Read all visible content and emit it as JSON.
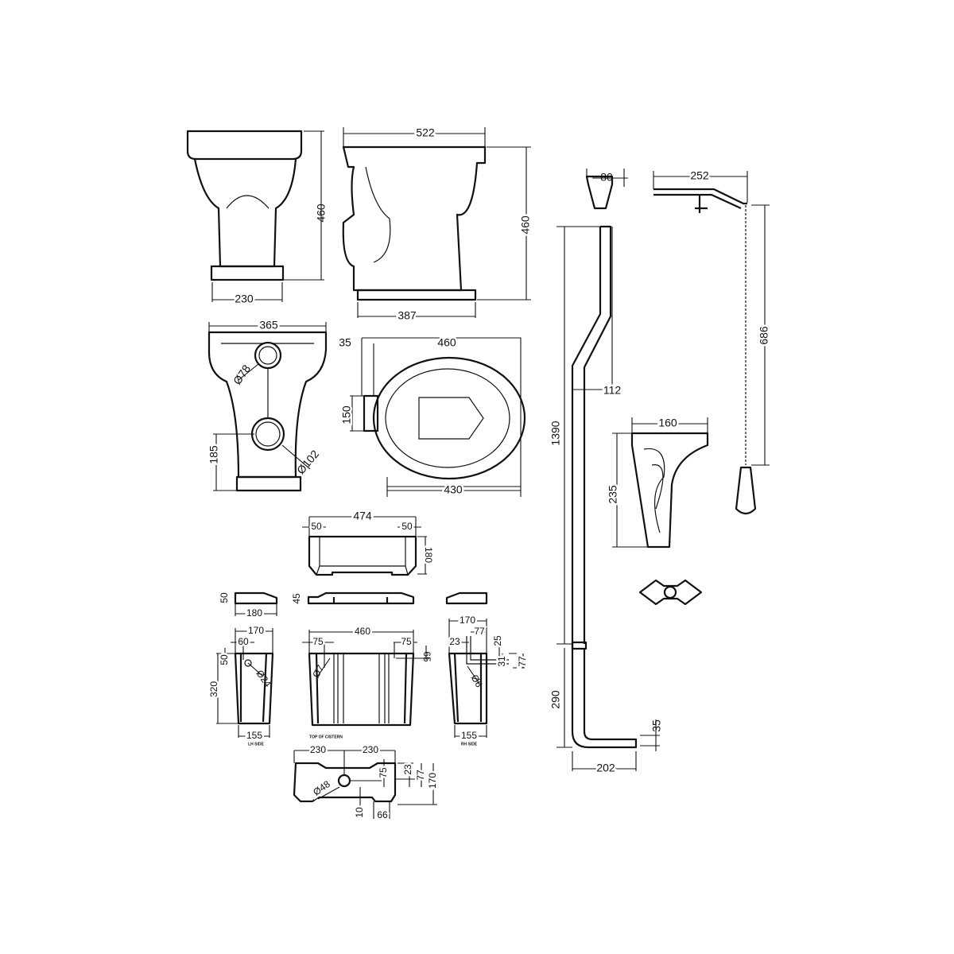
{
  "pan_front": {
    "height": "460",
    "base_width": "230"
  },
  "pan_side": {
    "length": "522",
    "height": "460",
    "base_length": "387"
  },
  "pan_top": {
    "width": "365",
    "outlet_dia": "Ø78",
    "waste_dia": "Ø102",
    "waste_height": "185"
  },
  "seat": {
    "hinge_offset": "35",
    "length": "460",
    "hinge_width": "150",
    "seat_length": "430"
  },
  "flush_pipe": {
    "cap_width": "80",
    "offset": "112",
    "upper_length": "1390",
    "lower_length": "290",
    "projection": "202",
    "outlet_height": "35"
  },
  "lever": {
    "arm_length": "252",
    "chain_drop": "686"
  },
  "bracket": {
    "width": "160",
    "height": "235"
  },
  "cistern_lid": {
    "length": "474",
    "left_end": "50",
    "right_end": "50",
    "depth": "180",
    "side_height": "50",
    "side_depth": "180",
    "thickness": "45"
  },
  "cistern_lh": {
    "depth": "170",
    "hole_offset": "60",
    "hole_height": "50",
    "height": "320",
    "hole_dia": "Ø24",
    "base_depth": "155",
    "label": "LH SIDE"
  },
  "cistern_front": {
    "length": "460",
    "left_offset": "75",
    "right_offset": "75",
    "hole_drop": "65",
    "hole_dia": "Ø7",
    "label": "TOP OF CISTERN"
  },
  "cistern_rh": {
    "depth": "170",
    "offset_77": "77",
    "offset_23": "23",
    "drop_25": "25",
    "drop_31": "31",
    "drop_77": "77",
    "hole_dia": "Ø6",
    "base_depth": "155",
    "label": "RH SIDE"
  },
  "cistern_top": {
    "left_half": "230",
    "right_half": "230",
    "hole_offset": "75",
    "d23": "23",
    "d77": "77",
    "depth": "170",
    "outlet_dia": "Ø48",
    "d10": "10",
    "d66": "66"
  }
}
